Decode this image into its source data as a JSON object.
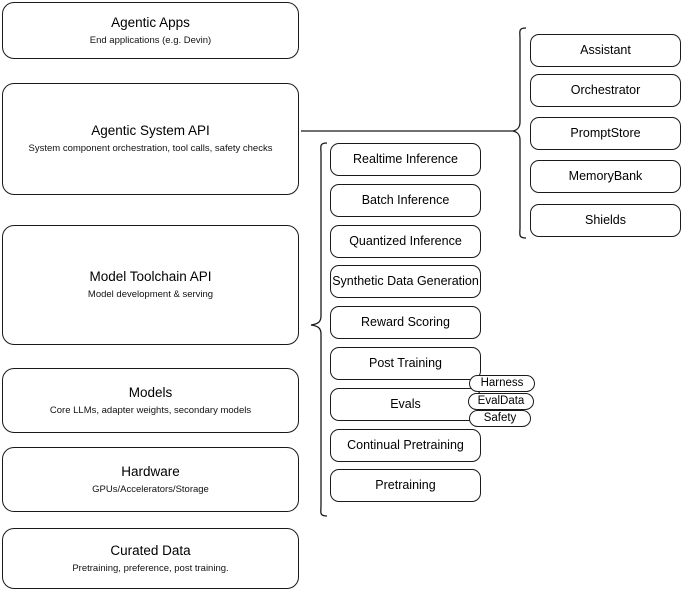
{
  "diagram": {
    "title": "LLM Stack Architecture Layers",
    "stroke_color": "#1a1a1a",
    "background_color": "#ffffff"
  },
  "layers": [
    {
      "name": "agentic-apps",
      "title": "Agentic Apps",
      "subtitle": "End applications (e.g. Devin)"
    },
    {
      "name": "agentic-system-api",
      "title": "Agentic System API",
      "subtitle": "System component orchestration, tool calls, safety checks"
    },
    {
      "name": "model-toolchain-api",
      "title": "Model Toolchain API",
      "subtitle": "Model development & serving"
    },
    {
      "name": "models",
      "title": "Models",
      "subtitle": "Core LLMs, adapter weights, secondary models"
    },
    {
      "name": "hardware",
      "title": "Hardware",
      "subtitle": "GPUs/Accelerators/Storage"
    },
    {
      "name": "curated-data",
      "title": "Curated Data",
      "subtitle": "Pretraining, preference, post training."
    }
  ],
  "toolchain_capabilities": [
    {
      "name": "realtime-inference",
      "label": "Realtime Inference"
    },
    {
      "name": "batch-inference",
      "label": "Batch Inference"
    },
    {
      "name": "quantized-inference",
      "label": "Quantized Inference"
    },
    {
      "name": "synthetic-data-generation",
      "label": "Synthetic Data Generation"
    },
    {
      "name": "reward-scoring",
      "label": "Reward Scoring"
    },
    {
      "name": "post-training",
      "label": "Post Training"
    },
    {
      "name": "evals",
      "label": "Evals"
    },
    {
      "name": "continual-pretraining",
      "label": "Continual Pretraining"
    },
    {
      "name": "pretraining",
      "label": "Pretraining"
    }
  ],
  "evals_subcomponents": [
    {
      "name": "harness",
      "label": "Harness"
    },
    {
      "name": "evaldata",
      "label": "EvalData"
    },
    {
      "name": "safety",
      "label": "Safety"
    }
  ],
  "agentic_system_components": [
    {
      "name": "assistant",
      "label": "Assistant"
    },
    {
      "name": "orchestrator",
      "label": "Orchestrator"
    },
    {
      "name": "promptstore",
      "label": "PromptStore"
    },
    {
      "name": "memorybank",
      "label": "MemoryBank"
    },
    {
      "name": "shields",
      "label": "Shields"
    }
  ]
}
